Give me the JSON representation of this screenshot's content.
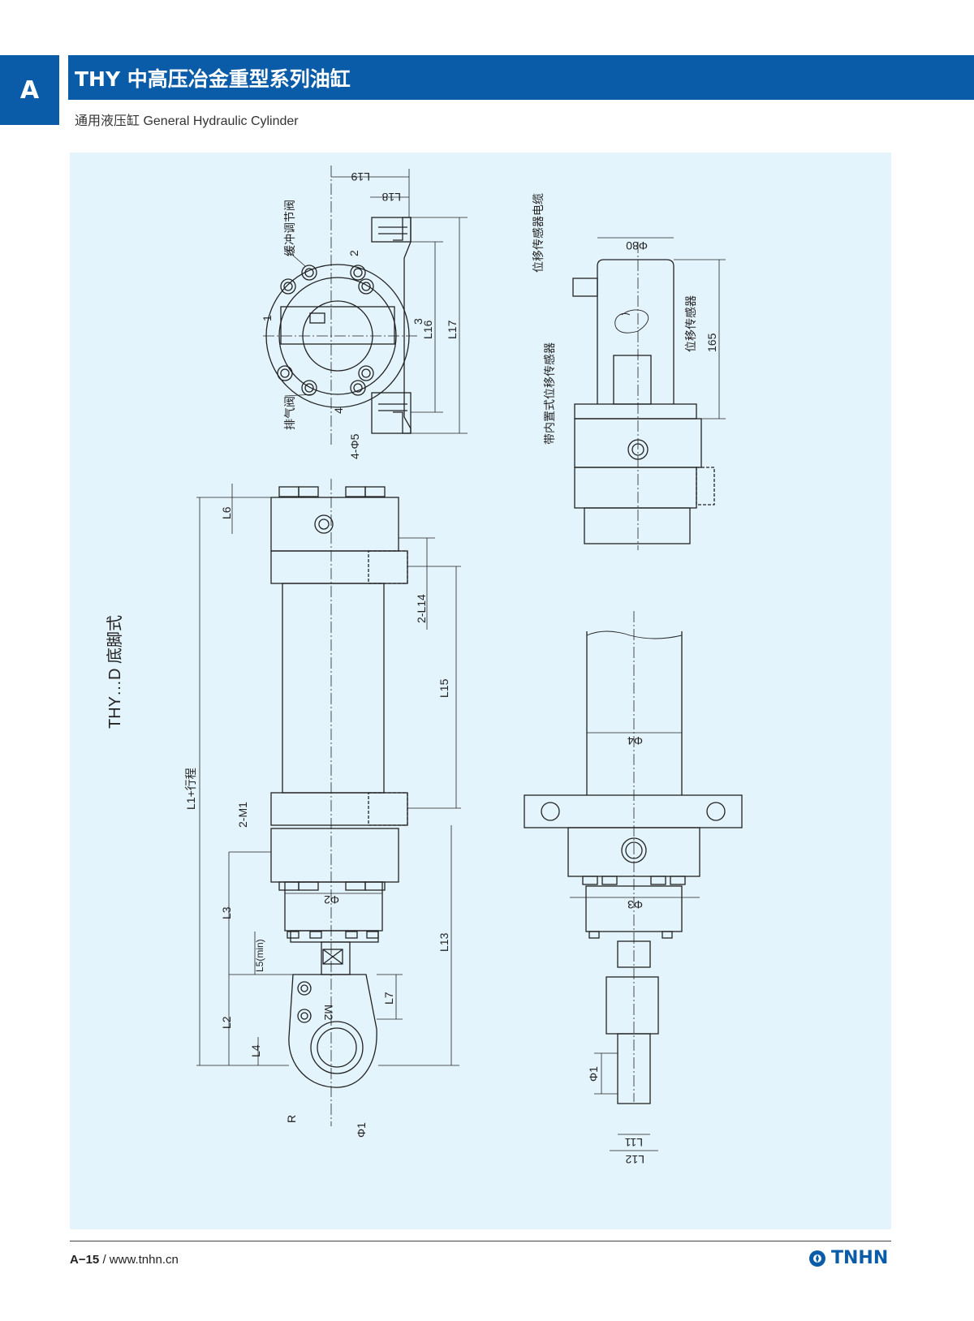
{
  "header": {
    "section_letter": "A",
    "title": "THY 中高压冶金重型系列油缸",
    "subtitle": "通用液压缸 General Hydraulic Cylinder"
  },
  "diagram": {
    "mount_type": "THY…D 底脚式",
    "dims": {
      "L19": "L19",
      "L18": "L18",
      "L16": "L16",
      "L17": "L17",
      "n1": "1",
      "n2": "2",
      "n3": "3",
      "n4": "4",
      "phi5": "4-Φ5",
      "L6": "L6",
      "L14": "2-L14",
      "L15": "L15",
      "L1": "L1+行程",
      "M1": "2-M1",
      "phi2": "Φ2",
      "L3": "L3",
      "L13": "L13",
      "L5": "L5(min)",
      "M2": "M2",
      "L7": "L7",
      "L2": "L2",
      "L4": "L4",
      "R": "R",
      "phi1_side": "Φ1",
      "phi80": "Φ80",
      "d165": "165",
      "phi4": "Φ4",
      "phi3": "Φ3",
      "phi1_front": "Φ1",
      "L11": "L11",
      "L12": "L12"
    },
    "callouts": {
      "buffer_valve": "缓冲调节阀",
      "vent_valve": "排气阀",
      "sensor_cable": "位移传感器电缆",
      "sensor": "位移传感器",
      "builtin_sensor": "带内置式位移传感器"
    }
  },
  "footer": {
    "page": "A−15",
    "separator": "/",
    "website": "www.tnhn.cn",
    "brand": "TNHN"
  },
  "colors": {
    "brand_blue": "#0a5ca8",
    "panel_bg": "#e4f4fc"
  }
}
